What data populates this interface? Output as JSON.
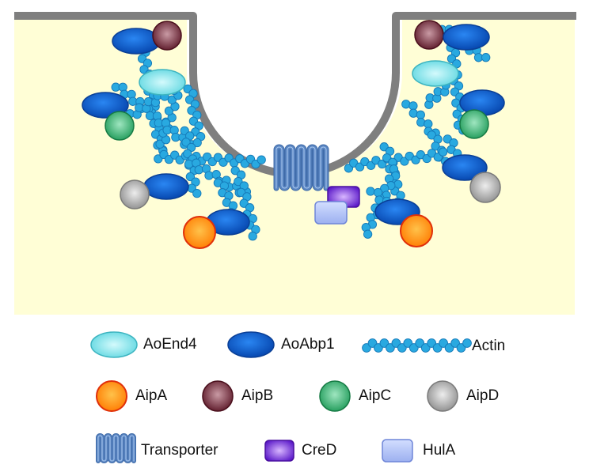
{
  "legend": {
    "row1": [
      {
        "key": "aoend4",
        "label": "AoEnd4",
        "icon": "light-cyan-ellipse"
      },
      {
        "key": "aoabp1",
        "label": "AoAbp1",
        "icon": "blue-ellipse"
      },
      {
        "key": "actin",
        "label": "Actin",
        "icon": "bead-chain"
      }
    ],
    "row2": [
      {
        "key": "aipa",
        "label": "AipA",
        "icon": "orange-circle"
      },
      {
        "key": "aipb",
        "label": "AipB",
        "icon": "maroon-circle"
      },
      {
        "key": "aipc",
        "label": "AipC",
        "icon": "green-circle"
      },
      {
        "key": "aipd",
        "label": "AipD",
        "icon": "gray-circle"
      }
    ],
    "row3": [
      {
        "key": "transporter",
        "label": "Transporter",
        "icon": "coil"
      },
      {
        "key": "cred",
        "label": "CreD",
        "icon": "purple-square"
      },
      {
        "key": "hula",
        "label": "HulA",
        "icon": "lavender-square"
      }
    ]
  },
  "colors": {
    "cytoplasm": "#FFFED6",
    "membrane": "#7F7F7F",
    "actin": "#29A9E0",
    "aoabp1": "#0A5BC8",
    "aoend4": "#7FE6EC",
    "aipa": "#FF8A00",
    "aipb": "#6E2434",
    "aipc": "#2FAE6A",
    "aipd": "#9C9C9C",
    "transporter": "#5B86C2",
    "cred": "#6A2BD6",
    "hula": "#AFC2F7"
  }
}
